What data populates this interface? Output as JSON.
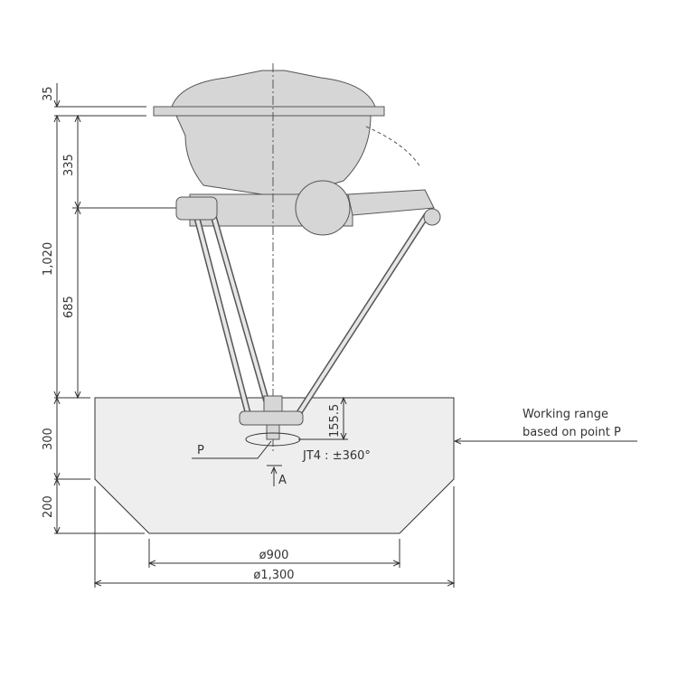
{
  "dimensions": {
    "top_flange": "35",
    "upper": "335",
    "total_height": "1,020",
    "lower": "685",
    "range_upper": "300",
    "range_lower": "200",
    "tool_height": "155.5",
    "inner_diameter": "ø900",
    "outer_diameter": "ø1,300"
  },
  "labels": {
    "point": "P",
    "rotation": "JT4 : ±360°",
    "view": "A",
    "working_range_line1": "Working range",
    "working_range_line2": "based on point P"
  },
  "colors": {
    "envelope": "#eeeeee",
    "robot": "#d6d6d6",
    "lines": "#333333"
  }
}
